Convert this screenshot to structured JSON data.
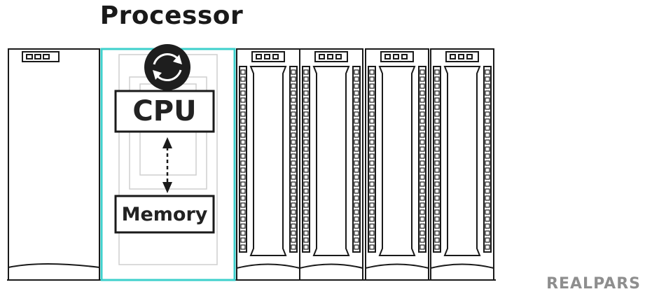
{
  "title": "Processor",
  "labels": {
    "cpu": "CPU",
    "memory": "Memory"
  },
  "logo": "REALPARS",
  "icons": {
    "cycle": "circular-arrows-icon",
    "link": "bidirectional-arrow-icon"
  },
  "colors": {
    "highlight": "#3dd0cc",
    "line": "#1a1a1a",
    "logo": "#8e8e8e",
    "cycle_bg": "#1e1e1e"
  }
}
